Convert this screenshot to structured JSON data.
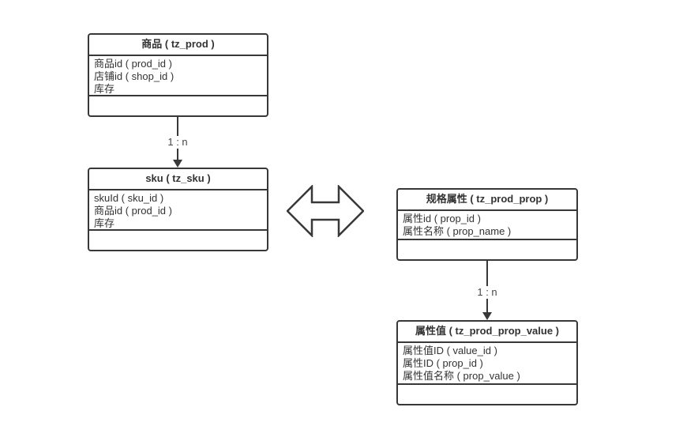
{
  "diagram": {
    "background_color": "#ffffff",
    "line_color": "#383838",
    "text_color": "#333333",
    "tables": [
      {
        "title": "商品 ( tz_prod )",
        "fields": [
          "商品id ( prod_id )",
          "店铺id ( shop_id )",
          "库存"
        ]
      },
      {
        "title": "sku ( tz_sku )",
        "fields": [
          "skuId ( sku_id )",
          "商品id ( prod_id )",
          "库存"
        ]
      },
      {
        "title": "规格属性 ( tz_prod_prop )",
        "fields": [
          "属性id ( prop_id )",
          "属性名称 ( prop_name )"
        ]
      },
      {
        "title": "属性值 ( tz_prod_prop_value )",
        "fields": [
          "属性值ID ( value_id )",
          "属性ID ( prop_id )",
          "属性值名称 ( prop_value )"
        ]
      }
    ],
    "connectors": [
      {
        "label": "1 : n"
      },
      {
        "label": "1 : n"
      }
    ],
    "icons": {
      "bidirectional_arrow": "double-horizontal-arrow"
    }
  }
}
